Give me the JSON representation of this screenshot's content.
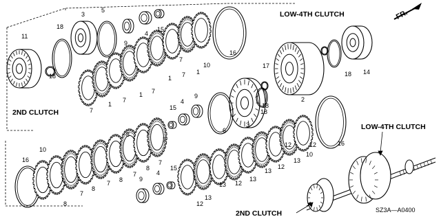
{
  "labels": {
    "low4th_clutch_top": "LOW-4TH CLUTCH",
    "low4th_clutch_right": "LOW-4TH CLUTCH",
    "second_clutch_left": "2ND CLUTCH",
    "second_clutch_bottom": "2ND CLUTCH",
    "front_arrow": "FR.",
    "drawing_code": "SZ3A—A0400"
  },
  "callouts": {
    "c11": "11",
    "c18a": "18",
    "c18b": "18",
    "c3a": "3",
    "c5": "5",
    "c9a": "9",
    "c4a": "4",
    "c15a": "15",
    "c16a": "16",
    "c10a": "10",
    "c7a": "7",
    "c1a": "1",
    "c7b": "7",
    "c1b": "1",
    "c7c": "7",
    "c1c": "1",
    "c7d": "7",
    "c1d": "1",
    "c7e": "7",
    "c17": "17",
    "c18c": "18",
    "c14": "14",
    "c18d": "18",
    "c2": "2",
    "c3b": "3",
    "c18e": "18",
    "c6": "6",
    "c9b": "9",
    "c4b": "4",
    "c15b": "15",
    "c16b": "16",
    "c10b": "10",
    "c13a": "13",
    "c12a": "12",
    "c13b": "13",
    "c12b": "12",
    "c13c": "13",
    "c12c": "12",
    "c13d": "13",
    "c12d": "12",
    "c13e": "13",
    "c12e": "12",
    "c16c": "16",
    "c10c": "10",
    "c8a": "8",
    "c7f": "7",
    "c8b": "8",
    "c7g": "7",
    "c8c": "8",
    "c7h": "7",
    "c8d": "8",
    "c7i": "7",
    "c8e": "8",
    "c7j": "7",
    "c9c": "9",
    "c4c": "4",
    "c15c": "15"
  }
}
